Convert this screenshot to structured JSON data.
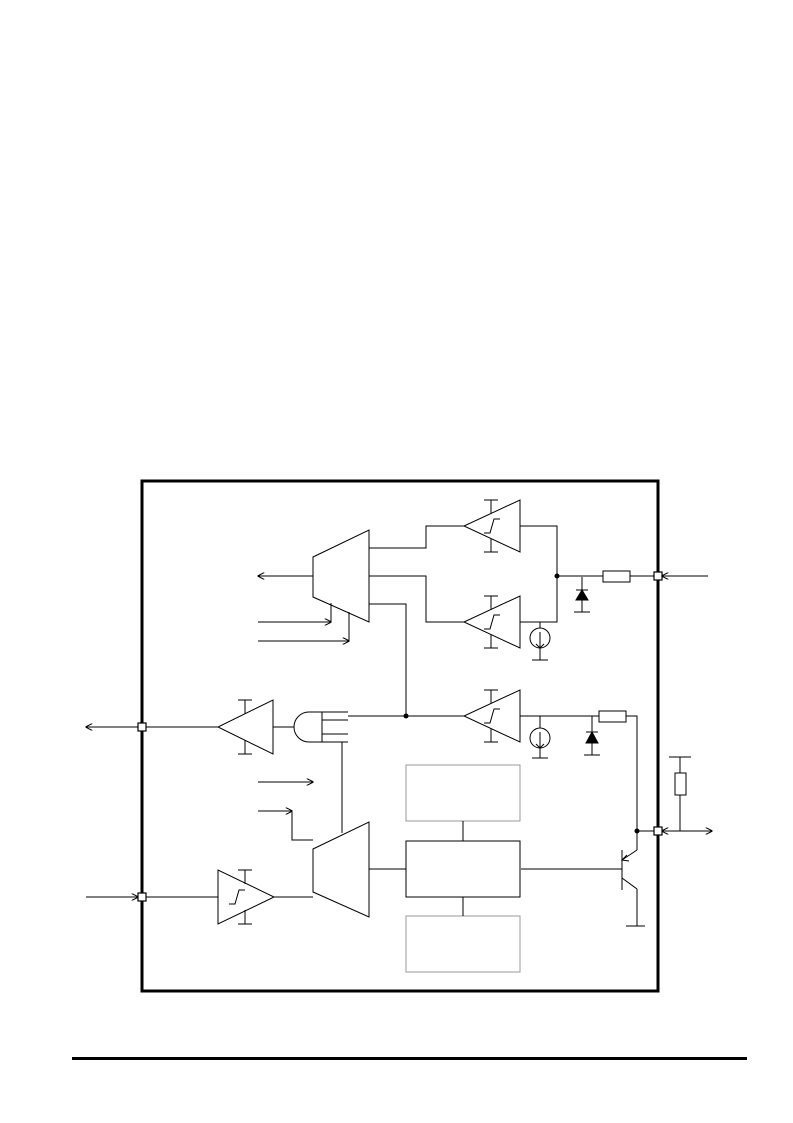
{
  "diagram": {
    "title": "",
    "colors": {
      "line": "#000000",
      "box_gray": "#999999",
      "background": "#ffffff"
    },
    "pins": [
      {
        "id": "left-output-pin",
        "arrow": "out"
      },
      {
        "id": "left-input-pin",
        "arrow": "in"
      },
      {
        "id": "right-input-pin",
        "arrow": "in"
      },
      {
        "id": "right-bidirectional-pin",
        "arrow": "both"
      }
    ],
    "components": [
      "schmitt-receiver-top",
      "schmitt-receiver-mid",
      "schmitt-receiver-bottom-right",
      "schmitt-receiver-left",
      "output-driver-buffer",
      "and-gate",
      "multiplexer-top",
      "multiplexer-bottom",
      "logic-block-top",
      "logic-block-mid",
      "logic-block-bottom",
      "npn-transistor",
      "series-resistor-top",
      "series-resistor-mid",
      "pullup-resistor-external",
      "clamp-diode-top",
      "clamp-diode-mid",
      "current-source-top",
      "current-source-mid"
    ]
  }
}
